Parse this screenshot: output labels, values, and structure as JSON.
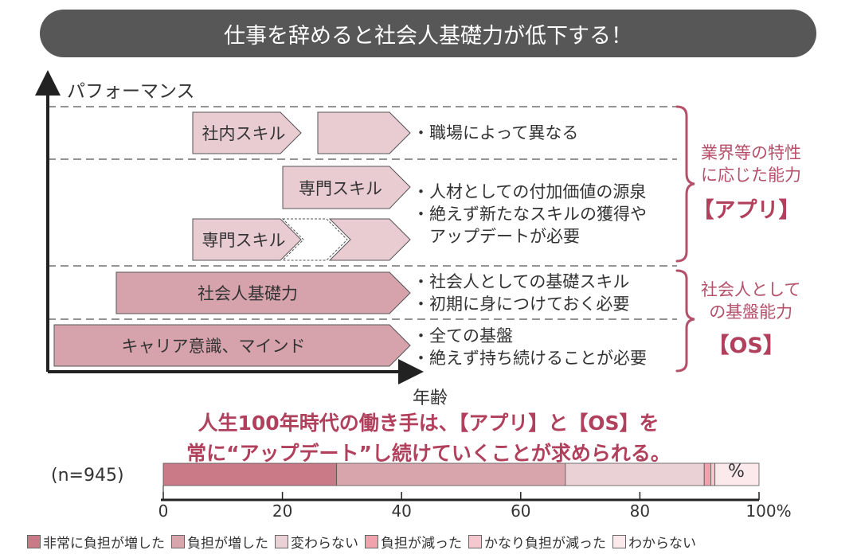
{
  "title": "仕事を辞めると社会人基礎力が低下する！",
  "diagram": {
    "y_axis_label": "パフォーマンス",
    "x_axis_label": "年齢",
    "arrows": {
      "in_house_skill": "社内スキル",
      "specialist_skill_top": "専門スキル",
      "specialist_skill_bottom": "専門スキル",
      "basic_skill": "社会人基礎力",
      "career_mind": "キャリア意識、マインド"
    },
    "bullets": {
      "row1": [
        "・職場によって異なる"
      ],
      "row2": [
        "・人材としての付加価値の源泉",
        "・絶えず新たなスキルの獲得や",
        "　アップデートが必要"
      ],
      "row3": [
        "・社会人としての基礎スキル",
        "・初期に身につけておく必要"
      ],
      "row4": [
        "・全ての基盤",
        "・絶えず持ち続けることが必要"
      ]
    },
    "app_group": {
      "line1": "業界等の特性",
      "line2": "に応じた能力",
      "tag": "【アプリ】"
    },
    "os_group": {
      "line1": "社会人として",
      "line2": "の基盤能力",
      "tag": "【OS】"
    }
  },
  "message": {
    "line1": "人生100年時代の働き手は、【アプリ】と【OS】を",
    "line2": "常に“アップデート”し続けていくことが求められる。"
  },
  "chart_data": {
    "type": "bar",
    "orientation": "horizontal-stacked",
    "categories": [
      "(n=945)"
    ],
    "series": [
      {
        "name": "非常に負担が増した",
        "values": [
          29.1
        ],
        "color": "#c97a86"
      },
      {
        "name": "負担が増した",
        "values": [
          38.4
        ],
        "color": "#d9a5ad"
      },
      {
        "name": "変わらない",
        "values": [
          23.3
        ],
        "color": "#ead1d6"
      },
      {
        "name": "負担が減った",
        "values": [
          1.1
        ],
        "color": "#f0a2ad"
      },
      {
        "name": "かなり負担が減った",
        "values": [
          0.7
        ],
        "color": "#f5c8cf"
      },
      {
        "name": "わからない",
        "values": [
          7.4
        ],
        "color": "#fbe9ec"
      }
    ],
    "xticks": [
      "0",
      "20",
      "40",
      "60",
      "80",
      "100%"
    ],
    "xlim": [
      0,
      100
    ],
    "unit_mark": "%"
  },
  "colors": {
    "accent": "#b0405c",
    "light_arrow": "#e8ccd2",
    "dark_arrow": "#d6a2ab"
  }
}
